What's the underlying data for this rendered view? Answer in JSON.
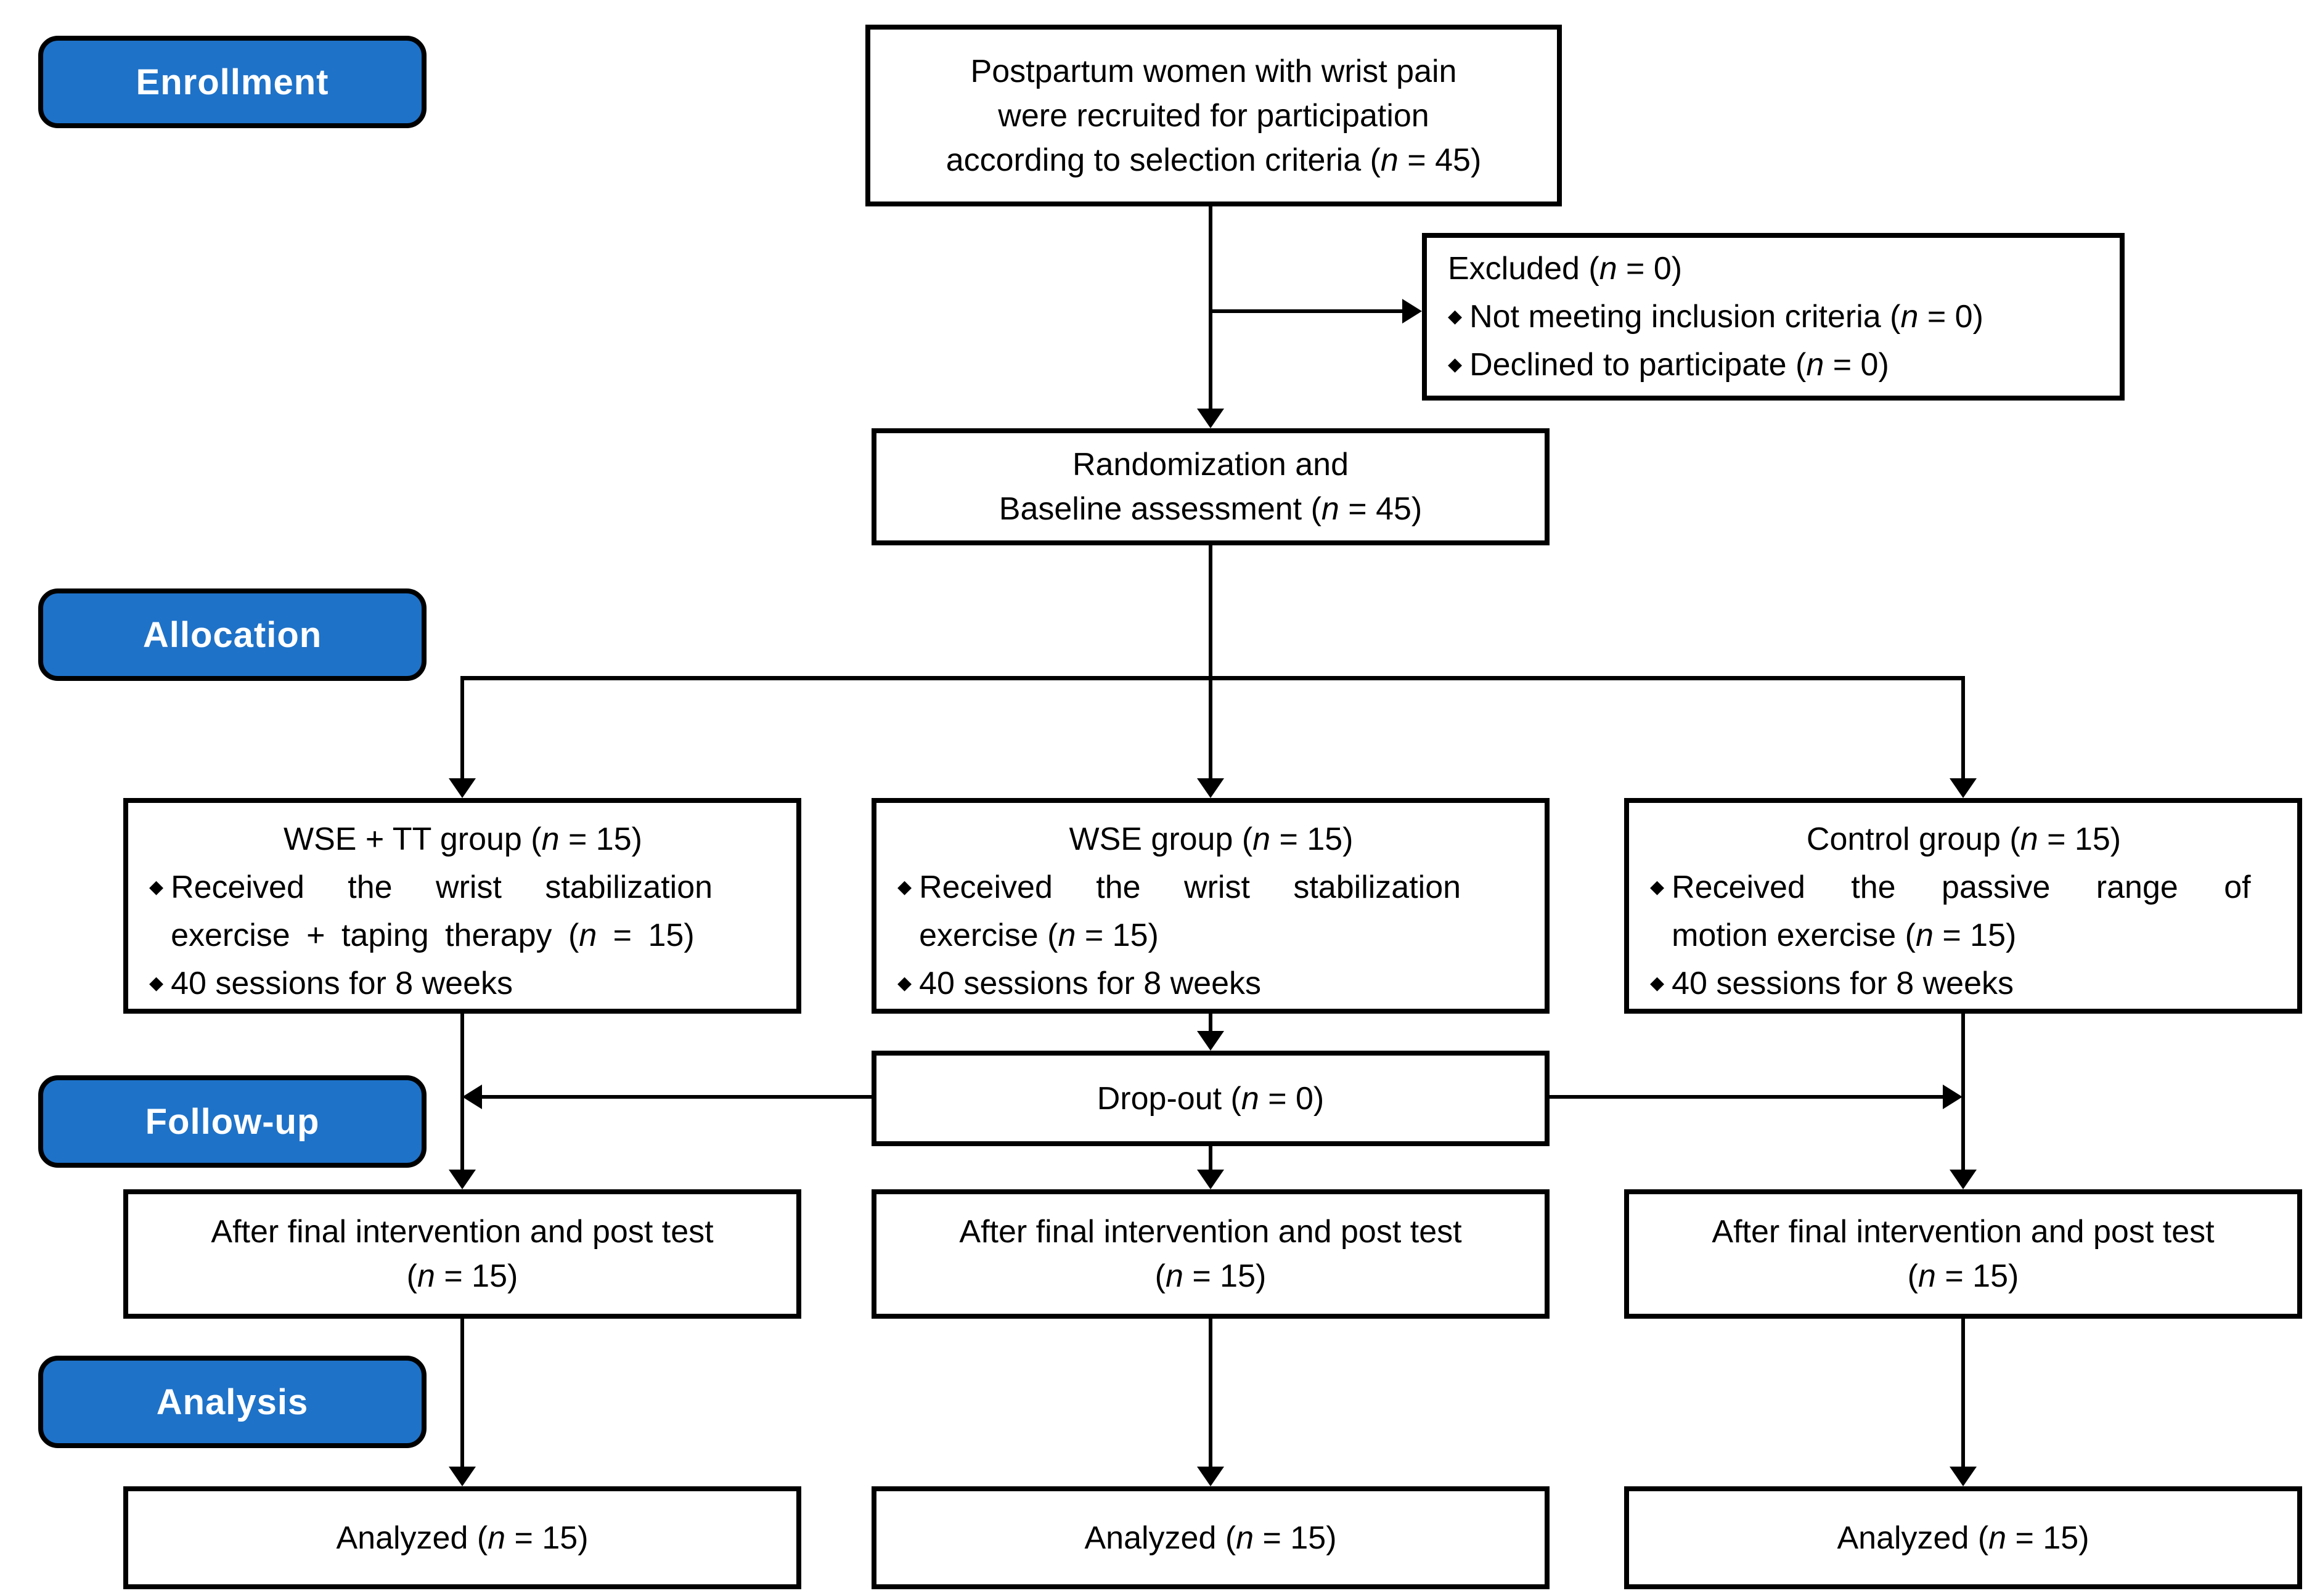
{
  "colors": {
    "stage_label_bg": "#1E72C8",
    "stage_label_text": "#FFFFFF",
    "box_bg": "#FFFFFF",
    "box_border": "#000000",
    "line": "#000000"
  },
  "bullet_glyph": "◆",
  "stage_labels": {
    "enrollment": "Enrollment",
    "allocation": "Allocation",
    "follow_up": "Follow-up",
    "analysis": "Analysis"
  },
  "recruited": {
    "line1": "Postpartum women with wrist pain",
    "line2": "were recruited for participation",
    "line3": "according to selection criteria (n = 45)"
  },
  "excluded": {
    "title": "Excluded (n = 0)",
    "bullet1": "Not meeting inclusion criteria (n = 0)",
    "bullet2": "Declined to participate (n = 0)"
  },
  "randomization": {
    "line1": "Randomization and",
    "line2": "Baseline assessment (n = 45)"
  },
  "groups": {
    "wse_tt": {
      "title": "WSE + TT group (n = 15)",
      "bullet1_line1": "Received the wrist stabilization",
      "bullet1_line2": "exercise + taping therapy (n = 15)",
      "bullet2": "40 sessions for 8 weeks"
    },
    "wse": {
      "title": "WSE group (n = 15)",
      "bullet1_line1": "Received the wrist stabilization",
      "bullet1_line2": "exercise (n = 15)",
      "bullet2": "40 sessions for 8 weeks"
    },
    "control": {
      "title": "Control group (n = 15)",
      "bullet1_line1": "Received the passive range of",
      "bullet1_line2": "motion exercise (n = 15)",
      "bullet2": "40 sessions for 8 weeks"
    }
  },
  "dropout": {
    "text": "Drop-out (n = 0)"
  },
  "post_test": {
    "line1": "After final intervention and post test",
    "line2": "(n = 15)"
  },
  "analyzed": {
    "text": "Analyzed (n = 15)"
  }
}
